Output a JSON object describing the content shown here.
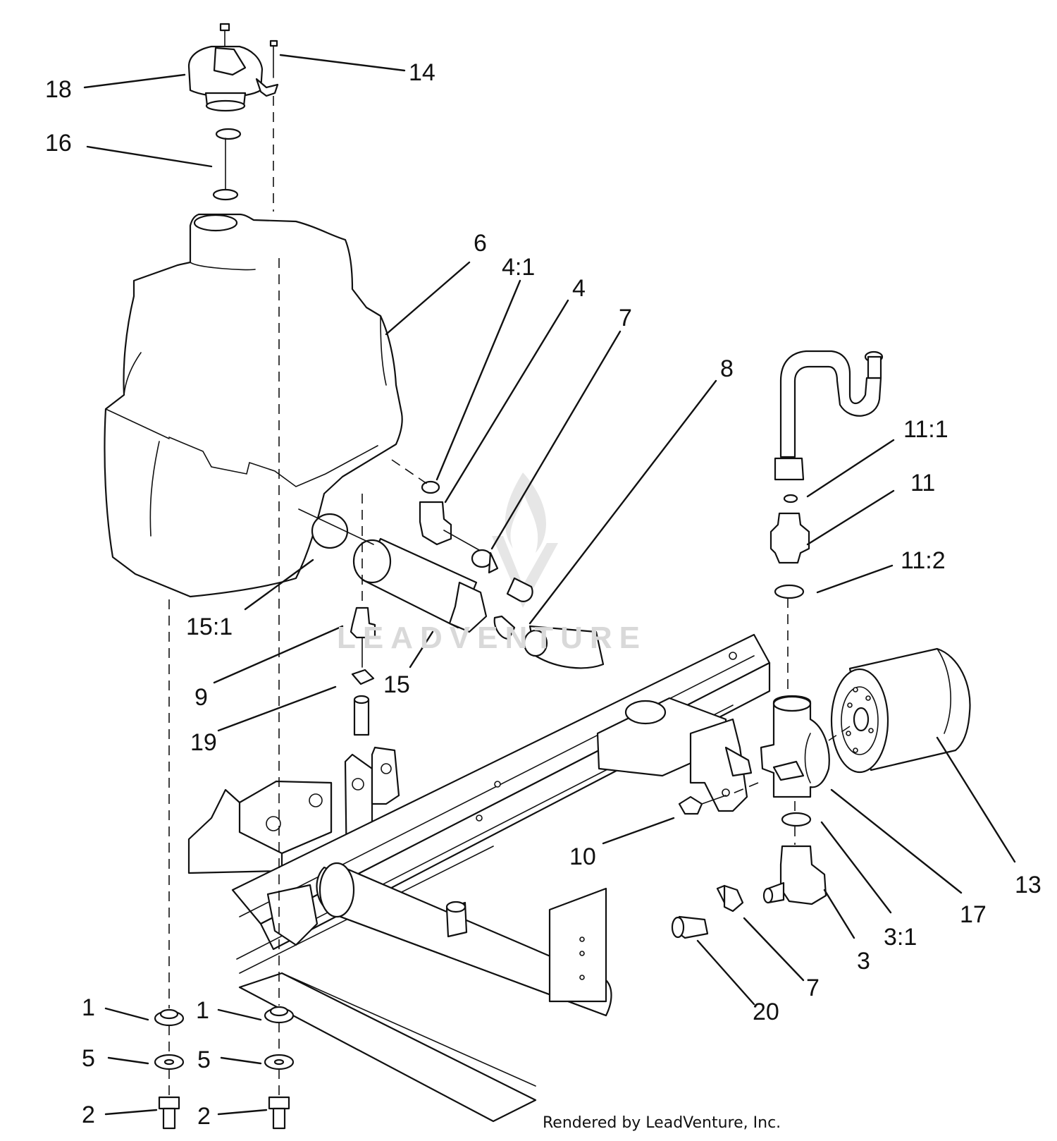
{
  "watermark": {
    "text": "LEADVENTURE",
    "icon": "flame-logo-icon"
  },
  "credit": "Rendered by LeadVenture, Inc.",
  "callouts": {
    "c18": "18",
    "c14": "14",
    "c16": "16",
    "c6": "6",
    "c4_1": "4:1",
    "c4": "4",
    "c7a": "7",
    "c8": "8",
    "c11_1": "11:1",
    "c11": "11",
    "c11_2": "11:2",
    "c15_1": "15:1",
    "c9": "9",
    "c15": "15",
    "c19": "19",
    "c10": "10",
    "c13": "13",
    "c17": "17",
    "c3_1": "3:1",
    "c3": "3",
    "c7b": "7",
    "c20": "20",
    "c1a": "1",
    "c1b": "1",
    "c5a": "5",
    "c5b": "5",
    "c2a": "2",
    "c2b": "2"
  }
}
